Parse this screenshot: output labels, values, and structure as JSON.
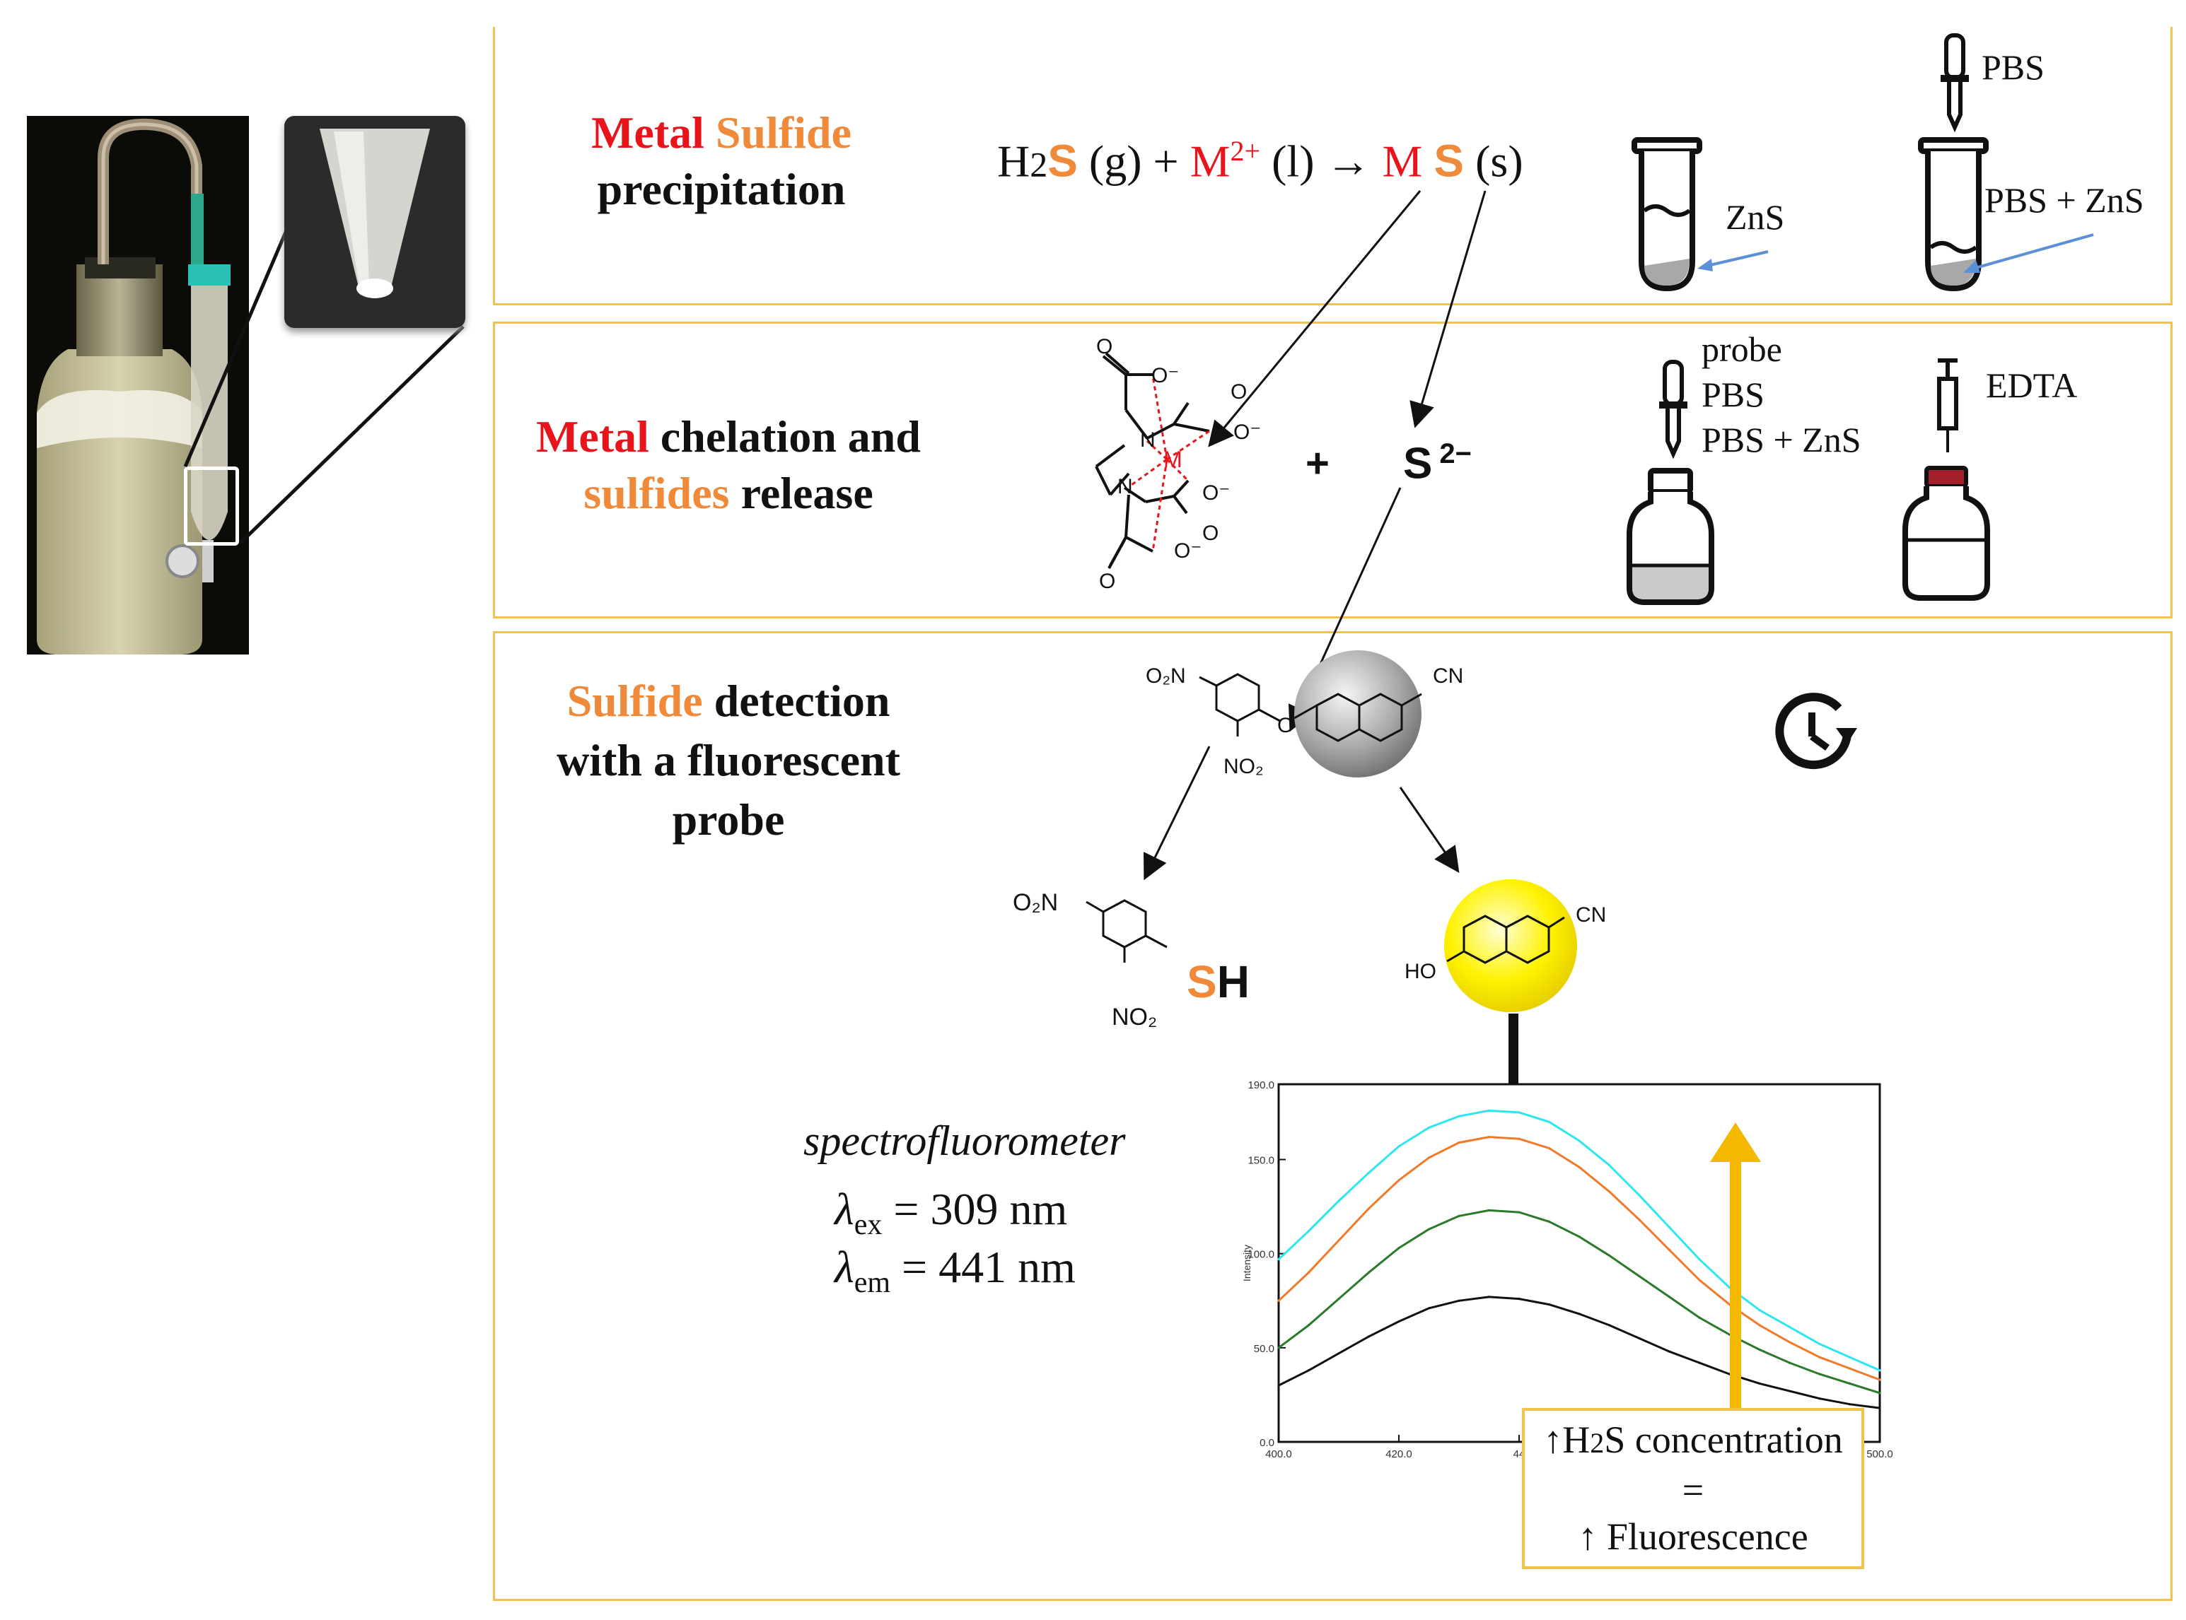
{
  "panel1": {
    "title_word1": "Metal",
    "title_word2": "Sulfide",
    "title_line2": "precipitation",
    "eq_h2": "H",
    "eq_sub2": "2",
    "eq_S": "S",
    "eq_g": " (g) + ",
    "eq_M": "M",
    "eq_charge": "2+",
    "eq_l": " (l) → ",
    "eq_M2": "M",
    "eq_S2": "S",
    "eq_s": " (s)",
    "tube1_label": "ZnS",
    "dropper_label": "PBS",
    "tube2_label": "PBS + ZnS"
  },
  "panel2": {
    "title_word1": "Metal",
    "title_rest1": " chelation and",
    "title_word2": "sulfides",
    "title_rest2": " release",
    "plus": "+",
    "sulfide_ion": "S",
    "sulfide_charge": "2−",
    "edta_M": "M",
    "edta_N": "N",
    "edta_O": "O",
    "edta_Ominus": "O⁻",
    "vial1_lines": [
      "probe",
      "PBS",
      "PBS + ZnS"
    ],
    "vial2_label": "EDTA"
  },
  "panel3": {
    "title_word1": "Sulfide",
    "title_rest1": " detection",
    "title_line2": "with a fluorescent",
    "title_line3": "probe",
    "probe_O2N": "O₂N",
    "probe_NO2": "NO₂",
    "probe_CN": "CN",
    "probe_O": "O",
    "prod1_O2N": "O₂N",
    "prod1_NO2": "NO₂",
    "prod1_S": "S",
    "prod1_H": "H",
    "prod2_HO": "HO",
    "prod2_CN": "CN",
    "instrument": "spectrofluorometer",
    "lambda": "λ",
    "ex_sub": "ex",
    "ex_val": " = 309 nm",
    "em_sub": "em",
    "em_val": " = 441 nm",
    "box_line1_arrow": "↑",
    "box_line1_h": "H",
    "box_line1_sub": "2",
    "box_line1_rest": "S  concentration",
    "box_line2": "=",
    "box_line3": "↑ Fluorescence"
  },
  "colors": {
    "panel_border": "#f2c14e",
    "red": "#e8141b",
    "orange": "#ef8a3a",
    "yellow_arrow": "#f5b800",
    "blue_arrow": "#5b8fd6"
  },
  "chart_data": {
    "type": "line",
    "title": "",
    "xlabel": "",
    "ylabel": "Intensity",
    "xlim": [
      400.0,
      500.0
    ],
    "ylim": [
      0.0,
      190.0
    ],
    "x_ticks": [
      "400.0",
      "420.0",
      "44",
      "500.0"
    ],
    "y_ticks": [
      "0.0",
      "50.0",
      "100.0",
      "150.0",
      "190.0"
    ],
    "grid": false,
    "x": [
      400,
      405,
      410,
      415,
      420,
      425,
      430,
      435,
      440,
      445,
      450,
      455,
      460,
      465,
      470,
      475,
      480,
      485,
      490,
      495,
      500
    ],
    "series": [
      {
        "color": "#2ee6f0",
        "values": [
          97,
          112,
          128,
          143,
          157,
          167,
          173,
          176,
          175,
          170,
          160,
          147,
          131,
          114,
          97,
          82,
          70,
          61,
          52,
          45,
          38
        ]
      },
      {
        "color": "#f07a2a",
        "values": [
          75,
          90,
          107,
          124,
          139,
          151,
          159,
          162,
          161,
          156,
          146,
          133,
          118,
          102,
          86,
          73,
          62,
          53,
          45,
          39,
          33
        ]
      },
      {
        "color": "#2a7a2a",
        "values": [
          50,
          62,
          76,
          90,
          103,
          113,
          120,
          123,
          122,
          117,
          109,
          99,
          88,
          77,
          66,
          57,
          49,
          42,
          36,
          31,
          26
        ]
      },
      {
        "color": "#111111",
        "values": [
          30,
          38,
          47,
          56,
          64,
          71,
          75,
          77,
          76,
          73,
          68,
          62,
          55,
          48,
          42,
          36,
          31,
          27,
          23,
          20,
          18
        ]
      }
    ]
  }
}
